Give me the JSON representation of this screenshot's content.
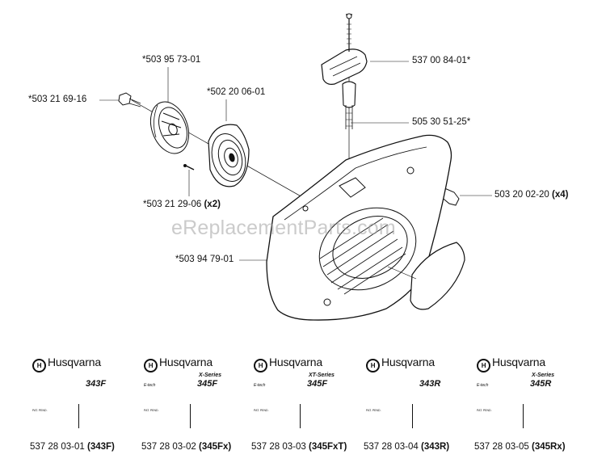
{
  "watermark": "eReplacementParts.com",
  "labels": {
    "p1": {
      "text": "*503 95 73-01",
      "suffix": ""
    },
    "p2": {
      "text": "*503 21 69-16",
      "suffix": ""
    },
    "p3": {
      "text": "*502 20 06-01",
      "suffix": ""
    },
    "p4": {
      "text": "537 00 84-01*",
      "suffix": ""
    },
    "p5": {
      "text": "505 30 51-25*",
      "suffix": ""
    },
    "p6": {
      "text": "503 20 02-20",
      "suffix": "(x4)"
    },
    "p7": {
      "text": "*503 21 29-06",
      "suffix": "(x2)"
    },
    "p8": {
      "text": "*503 94 79-01",
      "suffix": ""
    }
  },
  "decals": [
    {
      "brand": "Husqvarna",
      "series": "",
      "epower": "",
      "model": "343F",
      "tiny": "PAT. PEND.",
      "part": "537 28 03-01",
      "variant": "(343F)"
    },
    {
      "brand": "Husqvarna",
      "series": "X-Series",
      "epower": "E-tech",
      "model": "345F",
      "tiny": "PAT. PEND.",
      "part": "537 28 03-02",
      "variant": "(345Fx)"
    },
    {
      "brand": "Husqvarna",
      "series": "XT-Series",
      "epower": "E-tech",
      "model": "345F",
      "tiny": "PAT. PEND.",
      "part": "537 28 03-03",
      "variant": "(345FxT)"
    },
    {
      "brand": "Husqvarna",
      "series": "",
      "epower": "",
      "model": "343R",
      "tiny": "PAT. PEND.",
      "part": "537 28 03-04",
      "variant": "(343R)"
    },
    {
      "brand": "Husqvarna",
      "series": "X-Series",
      "epower": "E-tech",
      "model": "345R",
      "tiny": "PAT. PEND.",
      "part": "537 28 03-05",
      "variant": "(345Rx)"
    }
  ],
  "logo_glyph": "H"
}
